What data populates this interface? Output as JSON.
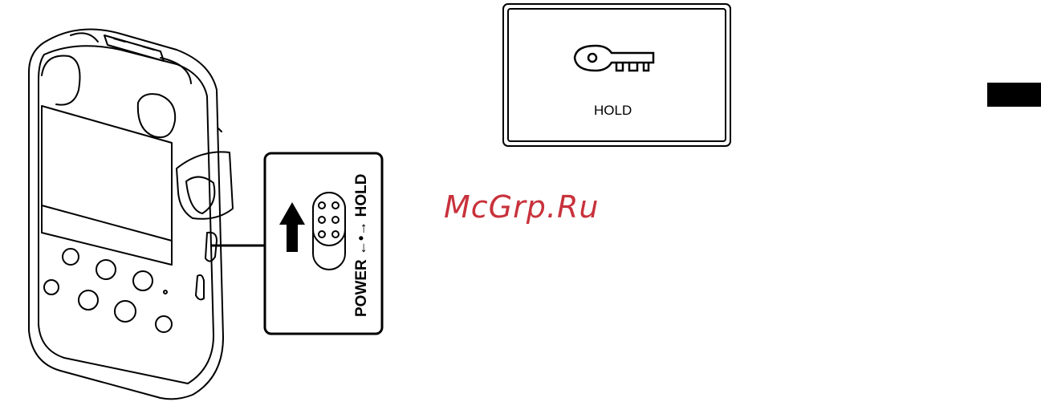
{
  "display_panel": {
    "icon": "key-icon",
    "label": "HOLD"
  },
  "switch_callout": {
    "label": "POWER ←•→ HOLD",
    "power_text": "POWER",
    "hold_text": "HOLD",
    "arrow_icon": "arrow-up-icon"
  },
  "device": {
    "icon": "voice-recorder-icon"
  },
  "watermark": {
    "text": "McGrp.Ru",
    "color": "#c8323c"
  },
  "colors": {
    "line": "#000000",
    "background": "#ffffff"
  }
}
